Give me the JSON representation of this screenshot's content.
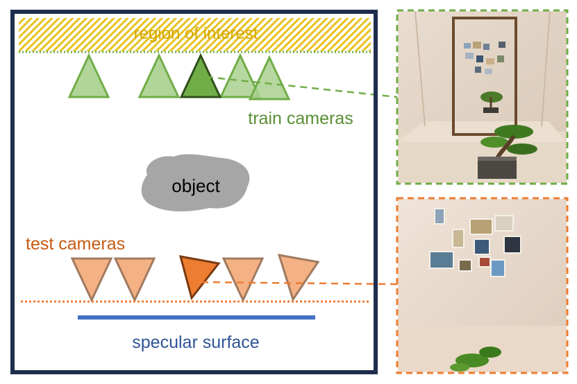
{
  "labels": {
    "region": "region of interest",
    "train": "train cameras",
    "object": "object",
    "test": "test cameras",
    "surface": "specular surface"
  },
  "colors": {
    "frame": "#1f2d4f",
    "region_stripe": "#e8c21e",
    "region_text": "#d6a800",
    "train_fill": "#a9d08e",
    "train_stroke": "#70ad47",
    "train_active_fill": "#70ad47",
    "train_active_stroke": "#2f4f1a",
    "train_label": "#5a8f36",
    "test_fill": "#f4b183",
    "test_stroke": "#a07a5f",
    "test_active_fill": "#ed7d31",
    "test_active_stroke": "#7a3a10",
    "test_label": "#c55a11",
    "surface": "#4472c4",
    "surface_label": "#2f5597",
    "object_fill": "#a6a6a6"
  },
  "panels": {
    "top": {
      "description_icon": "room-with-bonsai-and-mirror-photo",
      "border_color": "#70ad47"
    },
    "bottom": {
      "description_icon": "wall-with-photos-and-bonsai-photo",
      "border_color": "#ed7d31"
    }
  }
}
